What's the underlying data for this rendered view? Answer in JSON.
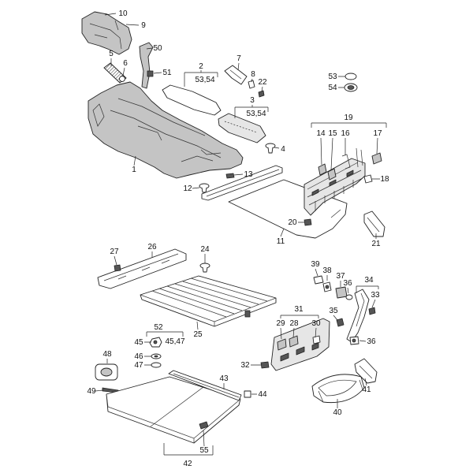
{
  "diagram": {
    "upper": [
      "10",
      "9",
      "5",
      "6",
      "50",
      "51",
      "7",
      "8",
      "22",
      "2",
      "53,54",
      "3",
      "53,54",
      "53",
      "54",
      "19",
      "14",
      "15",
      "16",
      "17",
      "18",
      "4",
      "1",
      "13",
      "12",
      "20",
      "11",
      "21"
    ],
    "middle": [
      "27",
      "26",
      "24",
      "25",
      "39",
      "38",
      "37",
      "36",
      "34",
      "33",
      "35",
      "36",
      "31",
      "29",
      "28",
      "30",
      "32"
    ],
    "lower": [
      "52",
      "45",
      "45,47",
      "46",
      "47",
      "48",
      "49",
      "43",
      "44",
      "41",
      "40",
      "55",
      "42"
    ]
  },
  "colors": {
    "background": "#ffffff",
    "line": "#222222",
    "part_fill": "#c4c4c4"
  }
}
